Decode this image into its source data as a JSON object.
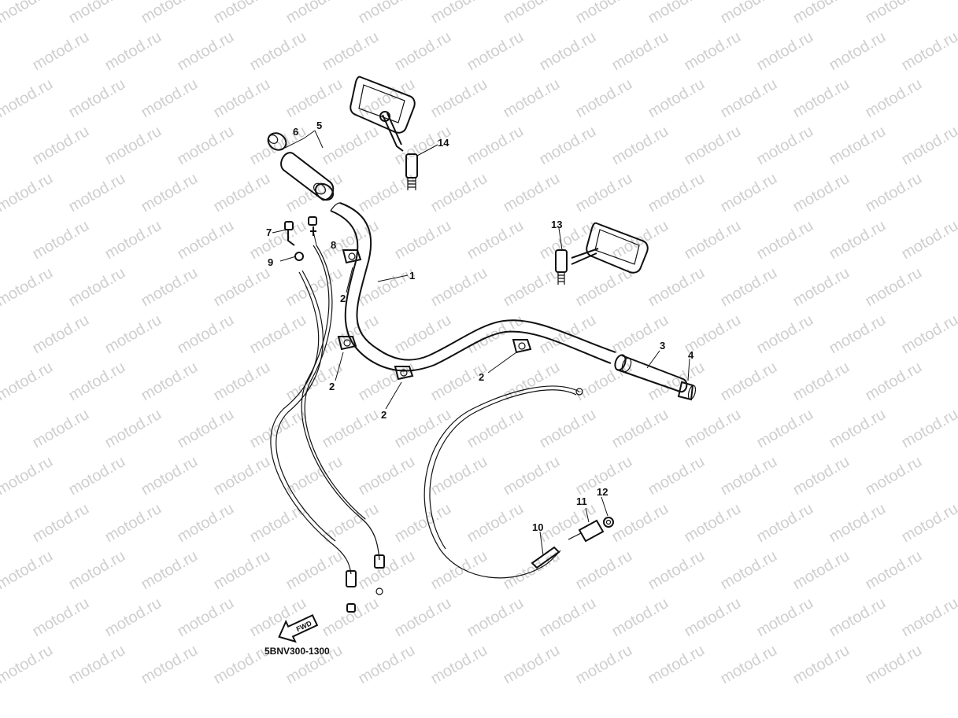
{
  "watermark": "motod.ru",
  "diagram_code": "5BNV300-1300",
  "fwd_label": "FWD",
  "callouts": {
    "c1": "1",
    "c2a": "2",
    "c2b": "2",
    "c2c": "2",
    "c2d": "2",
    "c3": "3",
    "c4": "4",
    "c5": "5",
    "c6": "6",
    "c7": "7",
    "c8": "8",
    "c9": "9",
    "c10": "10",
    "c11": "11",
    "c12": "12",
    "c13": "13",
    "c14": "14"
  }
}
